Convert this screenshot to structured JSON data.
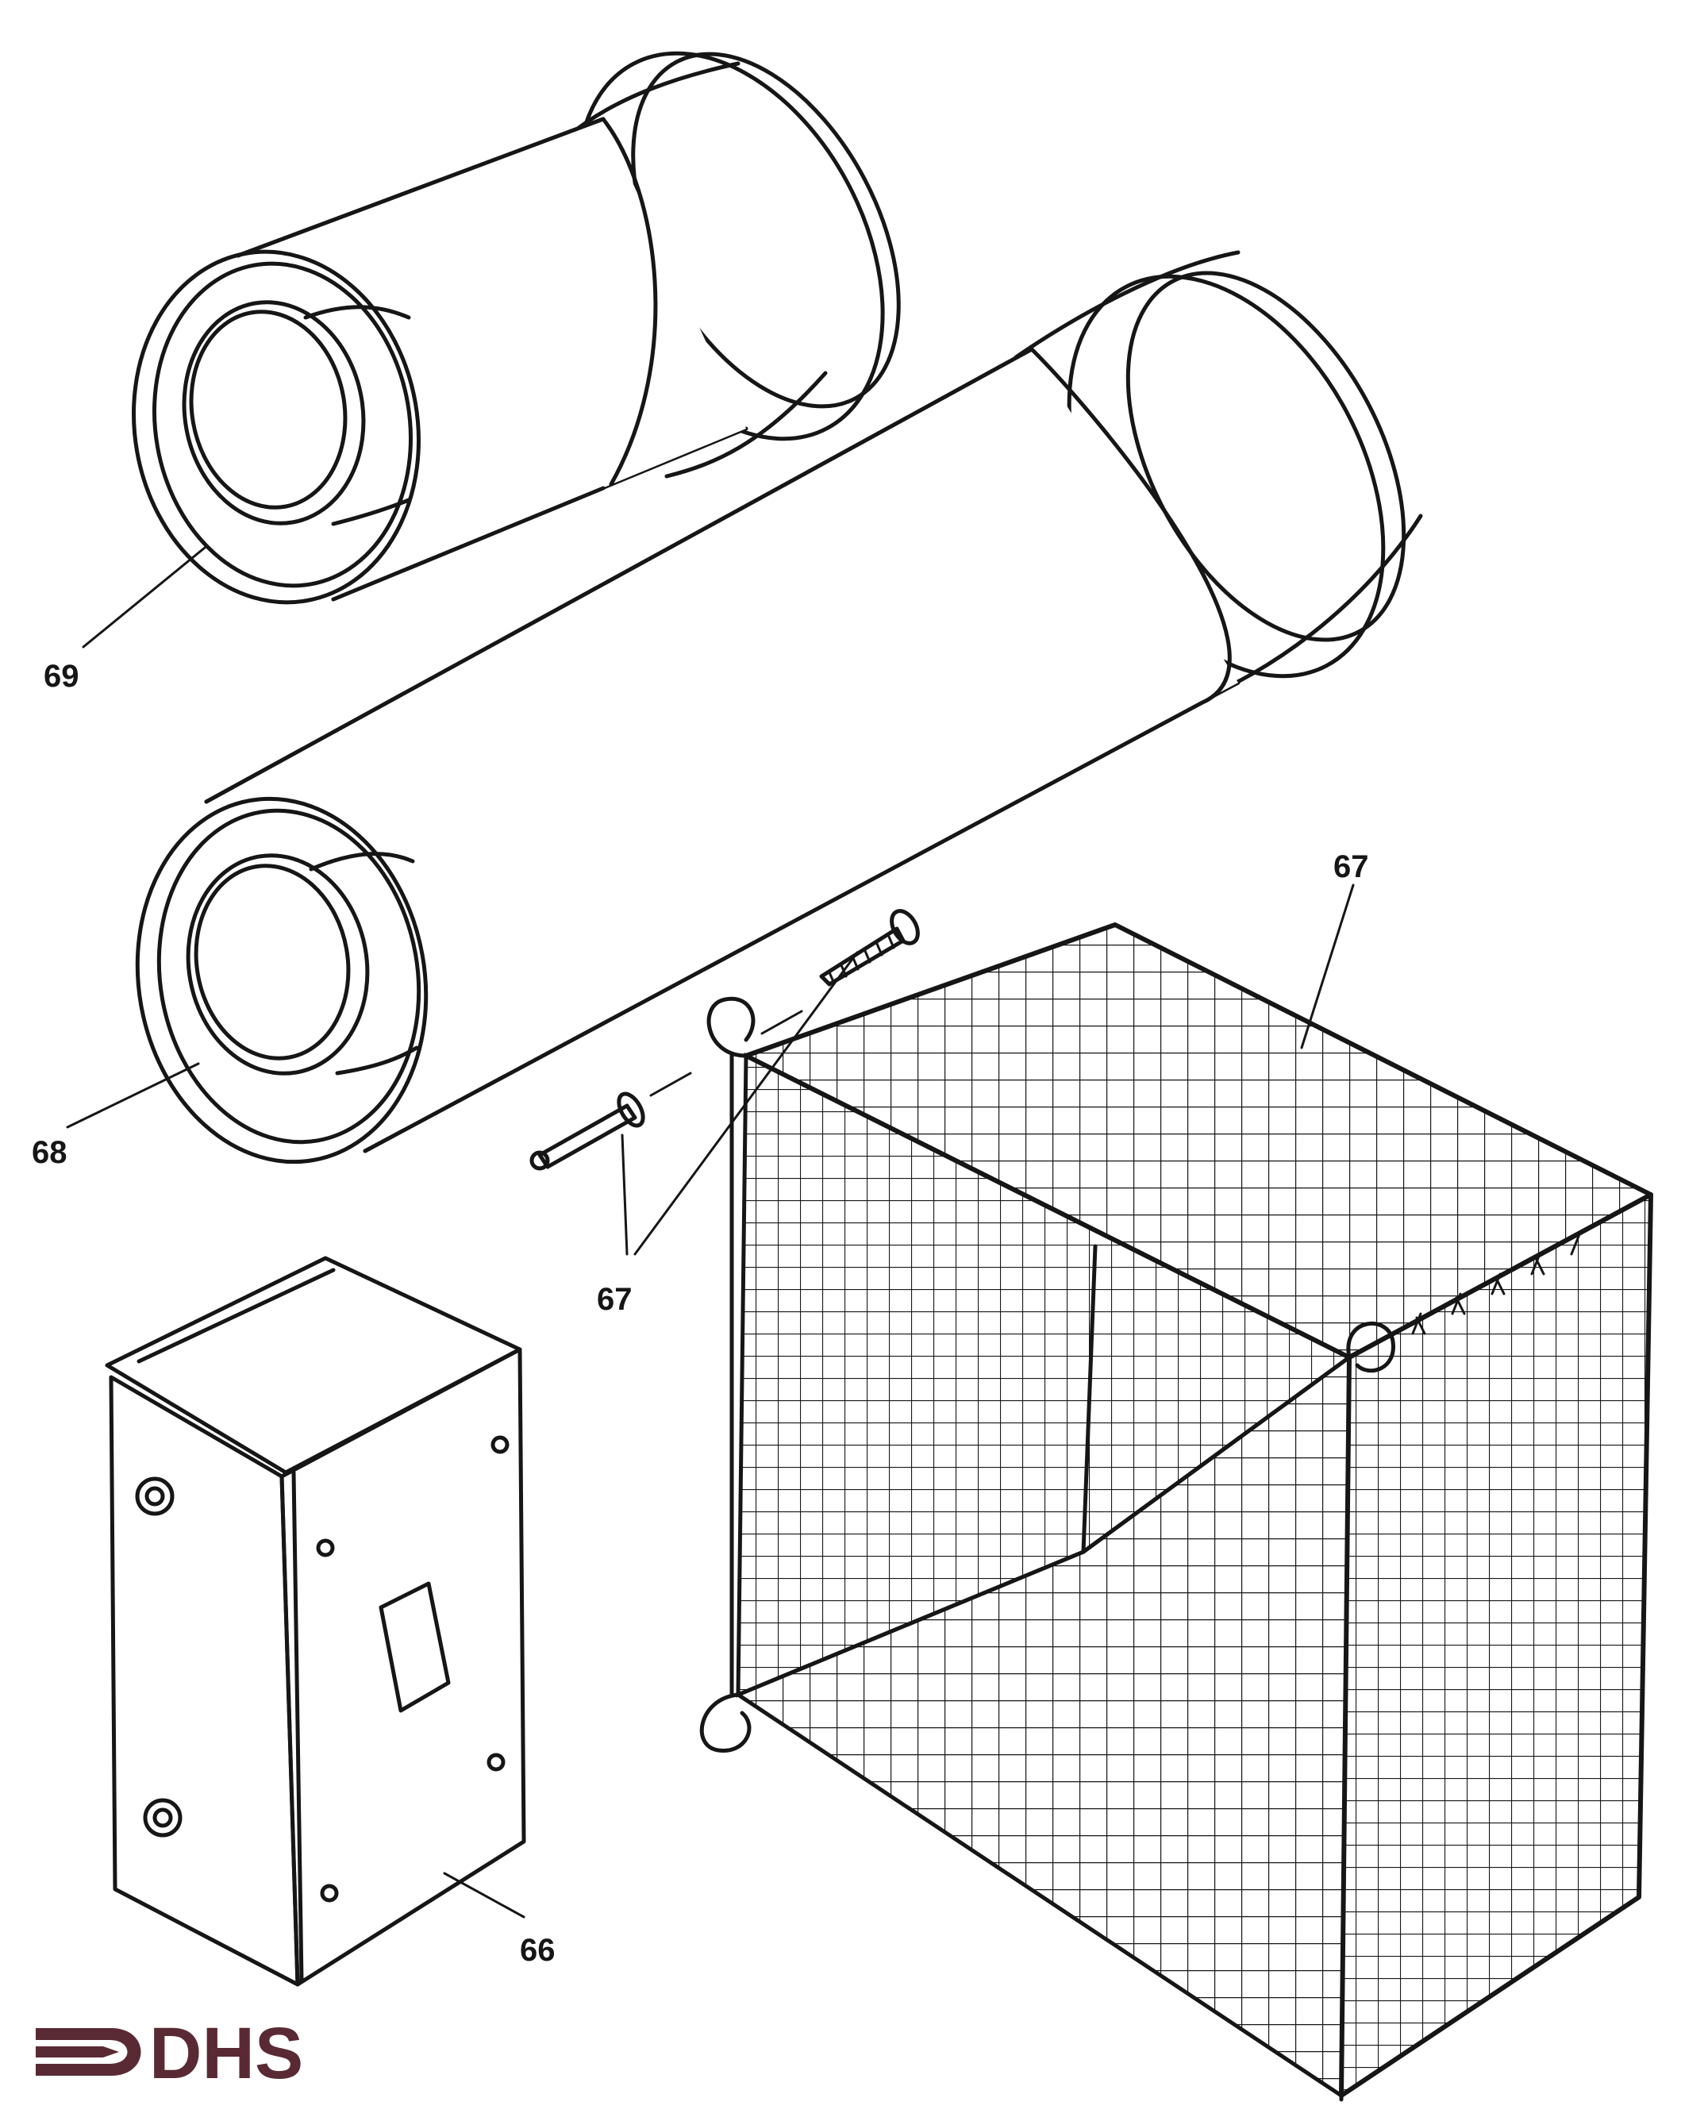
{
  "callouts": {
    "part_69": "69",
    "part_68": "68",
    "part_67_top": "67",
    "part_67_pins": "67",
    "part_66": "66"
  },
  "logo": {
    "text": "DHS"
  },
  "colors": {
    "ink": "#161616",
    "logo": "#5a2a34",
    "paper": "#ffffff"
  }
}
